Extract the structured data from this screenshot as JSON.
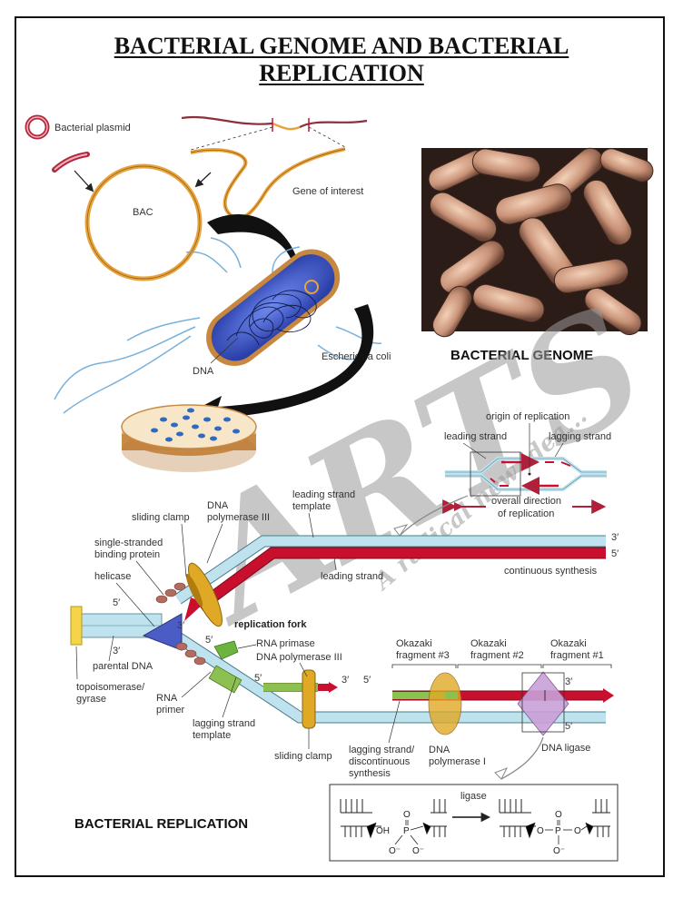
{
  "title": {
    "line1": "BACTERIAL GENOME AND BACTERIAL",
    "line2": "REPLICATION"
  },
  "genome": {
    "plasmid_label": "Bacterial plasmid",
    "bac_label": "BAC",
    "gene_label": "Gene of interest",
    "dna_label": "DNA",
    "ecoli_label": "Escherichia coli",
    "section_heading": "BACTERIAL GENOME"
  },
  "replication": {
    "section_heading": "BACTERIAL REPLICATION",
    "origin_label": "origin of replication",
    "leading_strand_top": "leading strand",
    "lagging_strand_top": "lagging strand",
    "overall_direction_1": "overall direction",
    "overall_direction_2": "of replication",
    "sliding_clamp_top": "sliding clamp",
    "dna_pol3_top_1": "DNA",
    "dna_pol3_top_2": "polymerase III",
    "leading_template_1": "leading strand",
    "leading_template_2": "template",
    "ssb_1": "single-stranded",
    "ssb_2": "binding protein",
    "helicase": "helicase",
    "leading_strand": "leading strand",
    "continuous": "continuous synthesis",
    "five_prime": "5′",
    "three_prime": "3′",
    "replication_fork": "replication fork",
    "rna_primase": "RNA primase",
    "dna_pol3_mid": "DNA polymerase III",
    "parental_dna": "parental DNA",
    "topo_1": "topoisomerase/",
    "topo_2": "gyrase",
    "rna_1": "RNA",
    "rna_2": "primer",
    "lagging_template_1": "lagging strand",
    "lagging_template_2": "template",
    "sliding_clamp_bottom": "sliding clamp",
    "okazaki3_1": "Okazaki",
    "okazaki3_2": "fragment #3",
    "okazaki2_1": "Okazaki",
    "okazaki2_2": "fragment #2",
    "okazaki1_1": "Okazaki",
    "okazaki1_2": "fragment #1",
    "lagging_disc_1": "lagging strand/",
    "lagging_disc_2": "discontinuous",
    "lagging_disc_3": "synthesis",
    "dna_pol1_1": "DNA",
    "dna_pol1_2": "polymerase I",
    "dna_ligase": "DNA ligase",
    "ligase": "ligase",
    "oh": "OH",
    "p": "P",
    "o": "O",
    "o_minus": "O⁻"
  },
  "watermark": {
    "big": "ARTS",
    "tagline": "A radical new idea..."
  },
  "colors": {
    "red_strand": "#c8102e",
    "blue_strand": "#bfe3ee",
    "green_primer": "#8cc152",
    "clamp": "#e0a925",
    "plasmid_orange": "#e8a33a",
    "cell_blue": "#3b58c8"
  }
}
